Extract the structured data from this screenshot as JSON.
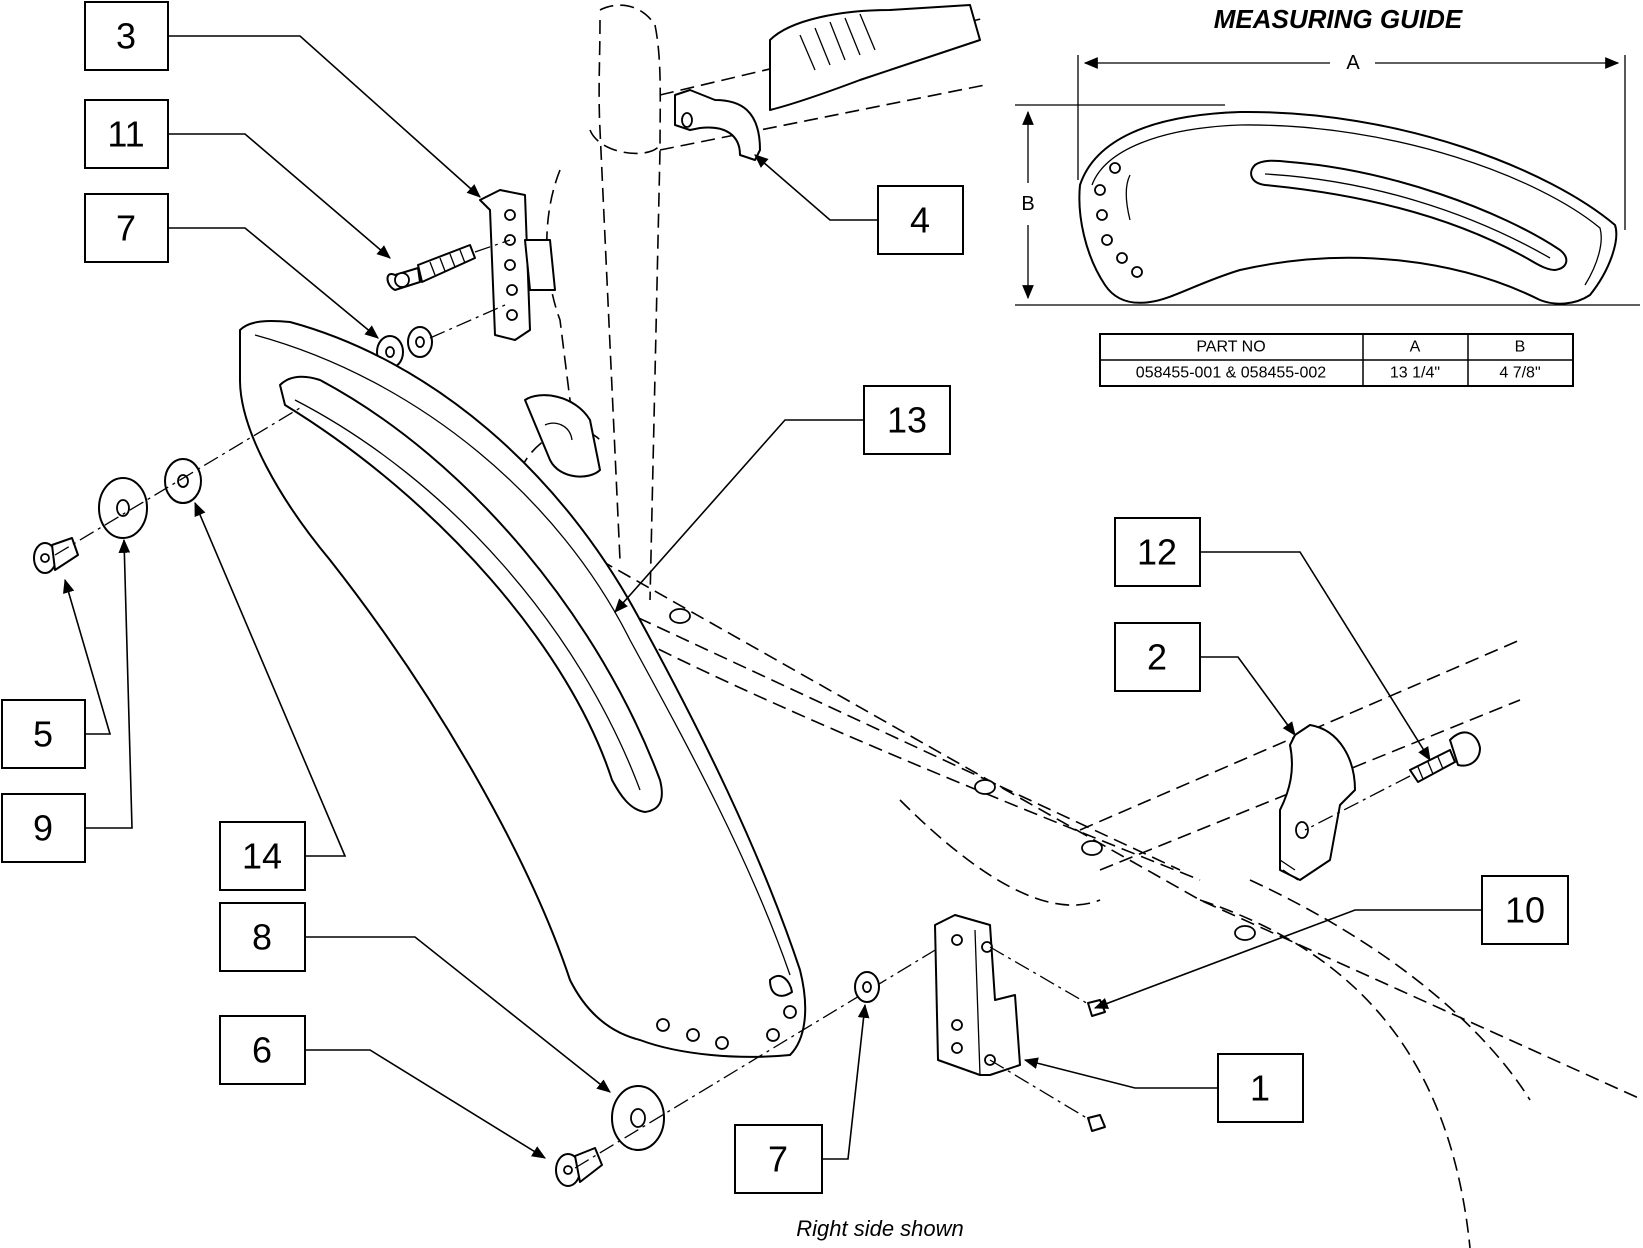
{
  "callouts": [
    {
      "id": "callout-3",
      "label": "3"
    },
    {
      "id": "callout-11",
      "label": "11"
    },
    {
      "id": "callout-7-top",
      "label": "7"
    },
    {
      "id": "callout-4",
      "label": "4"
    },
    {
      "id": "callout-13",
      "label": "13"
    },
    {
      "id": "callout-5",
      "label": "5"
    },
    {
      "id": "callout-9",
      "label": "9"
    },
    {
      "id": "callout-14",
      "label": "14"
    },
    {
      "id": "callout-8",
      "label": "8"
    },
    {
      "id": "callout-6",
      "label": "6"
    },
    {
      "id": "callout-7-bottom",
      "label": "7"
    },
    {
      "id": "callout-12",
      "label": "12"
    },
    {
      "id": "callout-2",
      "label": "2"
    },
    {
      "id": "callout-10",
      "label": "10"
    },
    {
      "id": "callout-1",
      "label": "1"
    }
  ],
  "measuring_guide": {
    "title": "MEASURING GUIDE",
    "dimension_a": "A",
    "dimension_b": "B",
    "table": {
      "headers": [
        "PART NO",
        "A",
        "B"
      ],
      "rows": [
        [
          "058455-001 & 058455-002",
          "13 1/4\"",
          "4 7/8\""
        ]
      ]
    }
  },
  "caption": "Right side shown"
}
